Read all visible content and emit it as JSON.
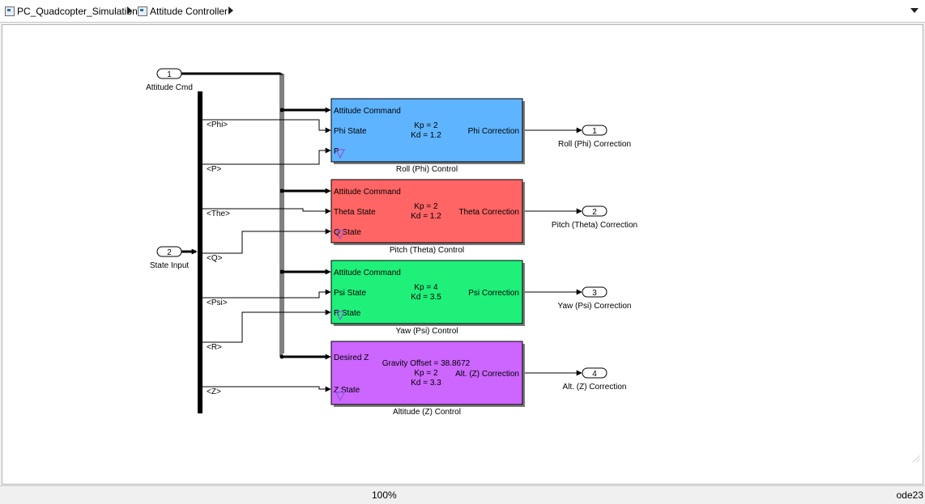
{
  "breadcrumb": {
    "root": "PC_Quadcopter_Simulation",
    "current": "Attitude Controller"
  },
  "status": {
    "zoom": "100%",
    "solver": "ode23"
  },
  "inports": [
    {
      "number": "1",
      "name": "Attitude Cmd"
    },
    {
      "number": "2",
      "name": "State Input"
    }
  ],
  "bus_signals": [
    "<Phi>",
    "<P>",
    "<The>",
    "<Q>",
    "<Psi>",
    "<R>",
    "<Z>"
  ],
  "blocks": [
    {
      "title": "Roll (Phi) Control",
      "color": "#5fb4ff",
      "ports": [
        "Attitude Command",
        "Phi State",
        "P"
      ],
      "output": "Phi Correction",
      "params": [
        "Kp = 2",
        "Kd = 1.2"
      ]
    },
    {
      "title": "Pitch (Theta) Control",
      "color": "#ff6565",
      "ports": [
        "Attitude Command",
        "Theta State",
        "Q State"
      ],
      "output": "Theta Correction",
      "params": [
        "Kp = 2",
        "Kd = 1.2"
      ]
    },
    {
      "title": "Yaw (Psi) Control",
      "color": "#1ef07a",
      "ports": [
        "Attitude Command",
        "Psi State",
        "R State"
      ],
      "output": "Psi Correction",
      "params": [
        "Kp = 4",
        "Kd = 3.5"
      ]
    },
    {
      "title": "Altitude (Z) Control",
      "color": "#cc66ff",
      "ports": [
        "Desired Z",
        "Z State"
      ],
      "output": "Alt. (Z) Correction",
      "params": [
        "Gravity Offset = 38.8672",
        "Kp = 2",
        "Kd = 3.3"
      ]
    }
  ],
  "outports": [
    {
      "number": "1",
      "name": "Roll (Phi) Correction"
    },
    {
      "number": "2",
      "name": "Pitch (Theta) Correction"
    },
    {
      "number": "3",
      "name": "Yaw (Psi) Correction"
    },
    {
      "number": "4",
      "name": "Alt. (Z) Correction"
    }
  ]
}
